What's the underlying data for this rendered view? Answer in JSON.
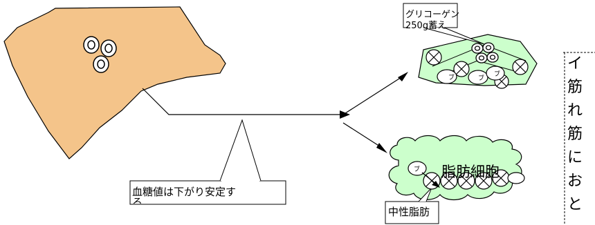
{
  "glycogen_callout": {
    "line1": "グリコーゲン",
    "line2": "250g蓄え"
  },
  "blood_sugar_callout": {
    "line1": "血糖値は下がり安定す",
    "line2": "る"
  },
  "fat_callout": {
    "label": "中性脂肪"
  },
  "adipocyte": {
    "label": "脂肪細胞"
  },
  "glucose_label": "ブ",
  "side_text": [
    "イ",
    "筋",
    "れ",
    "筋",
    "に",
    "お",
    "と"
  ],
  "colors": {
    "liver": "#f4c48a",
    "cell": "#ccffcc",
    "outline": "#000000"
  }
}
